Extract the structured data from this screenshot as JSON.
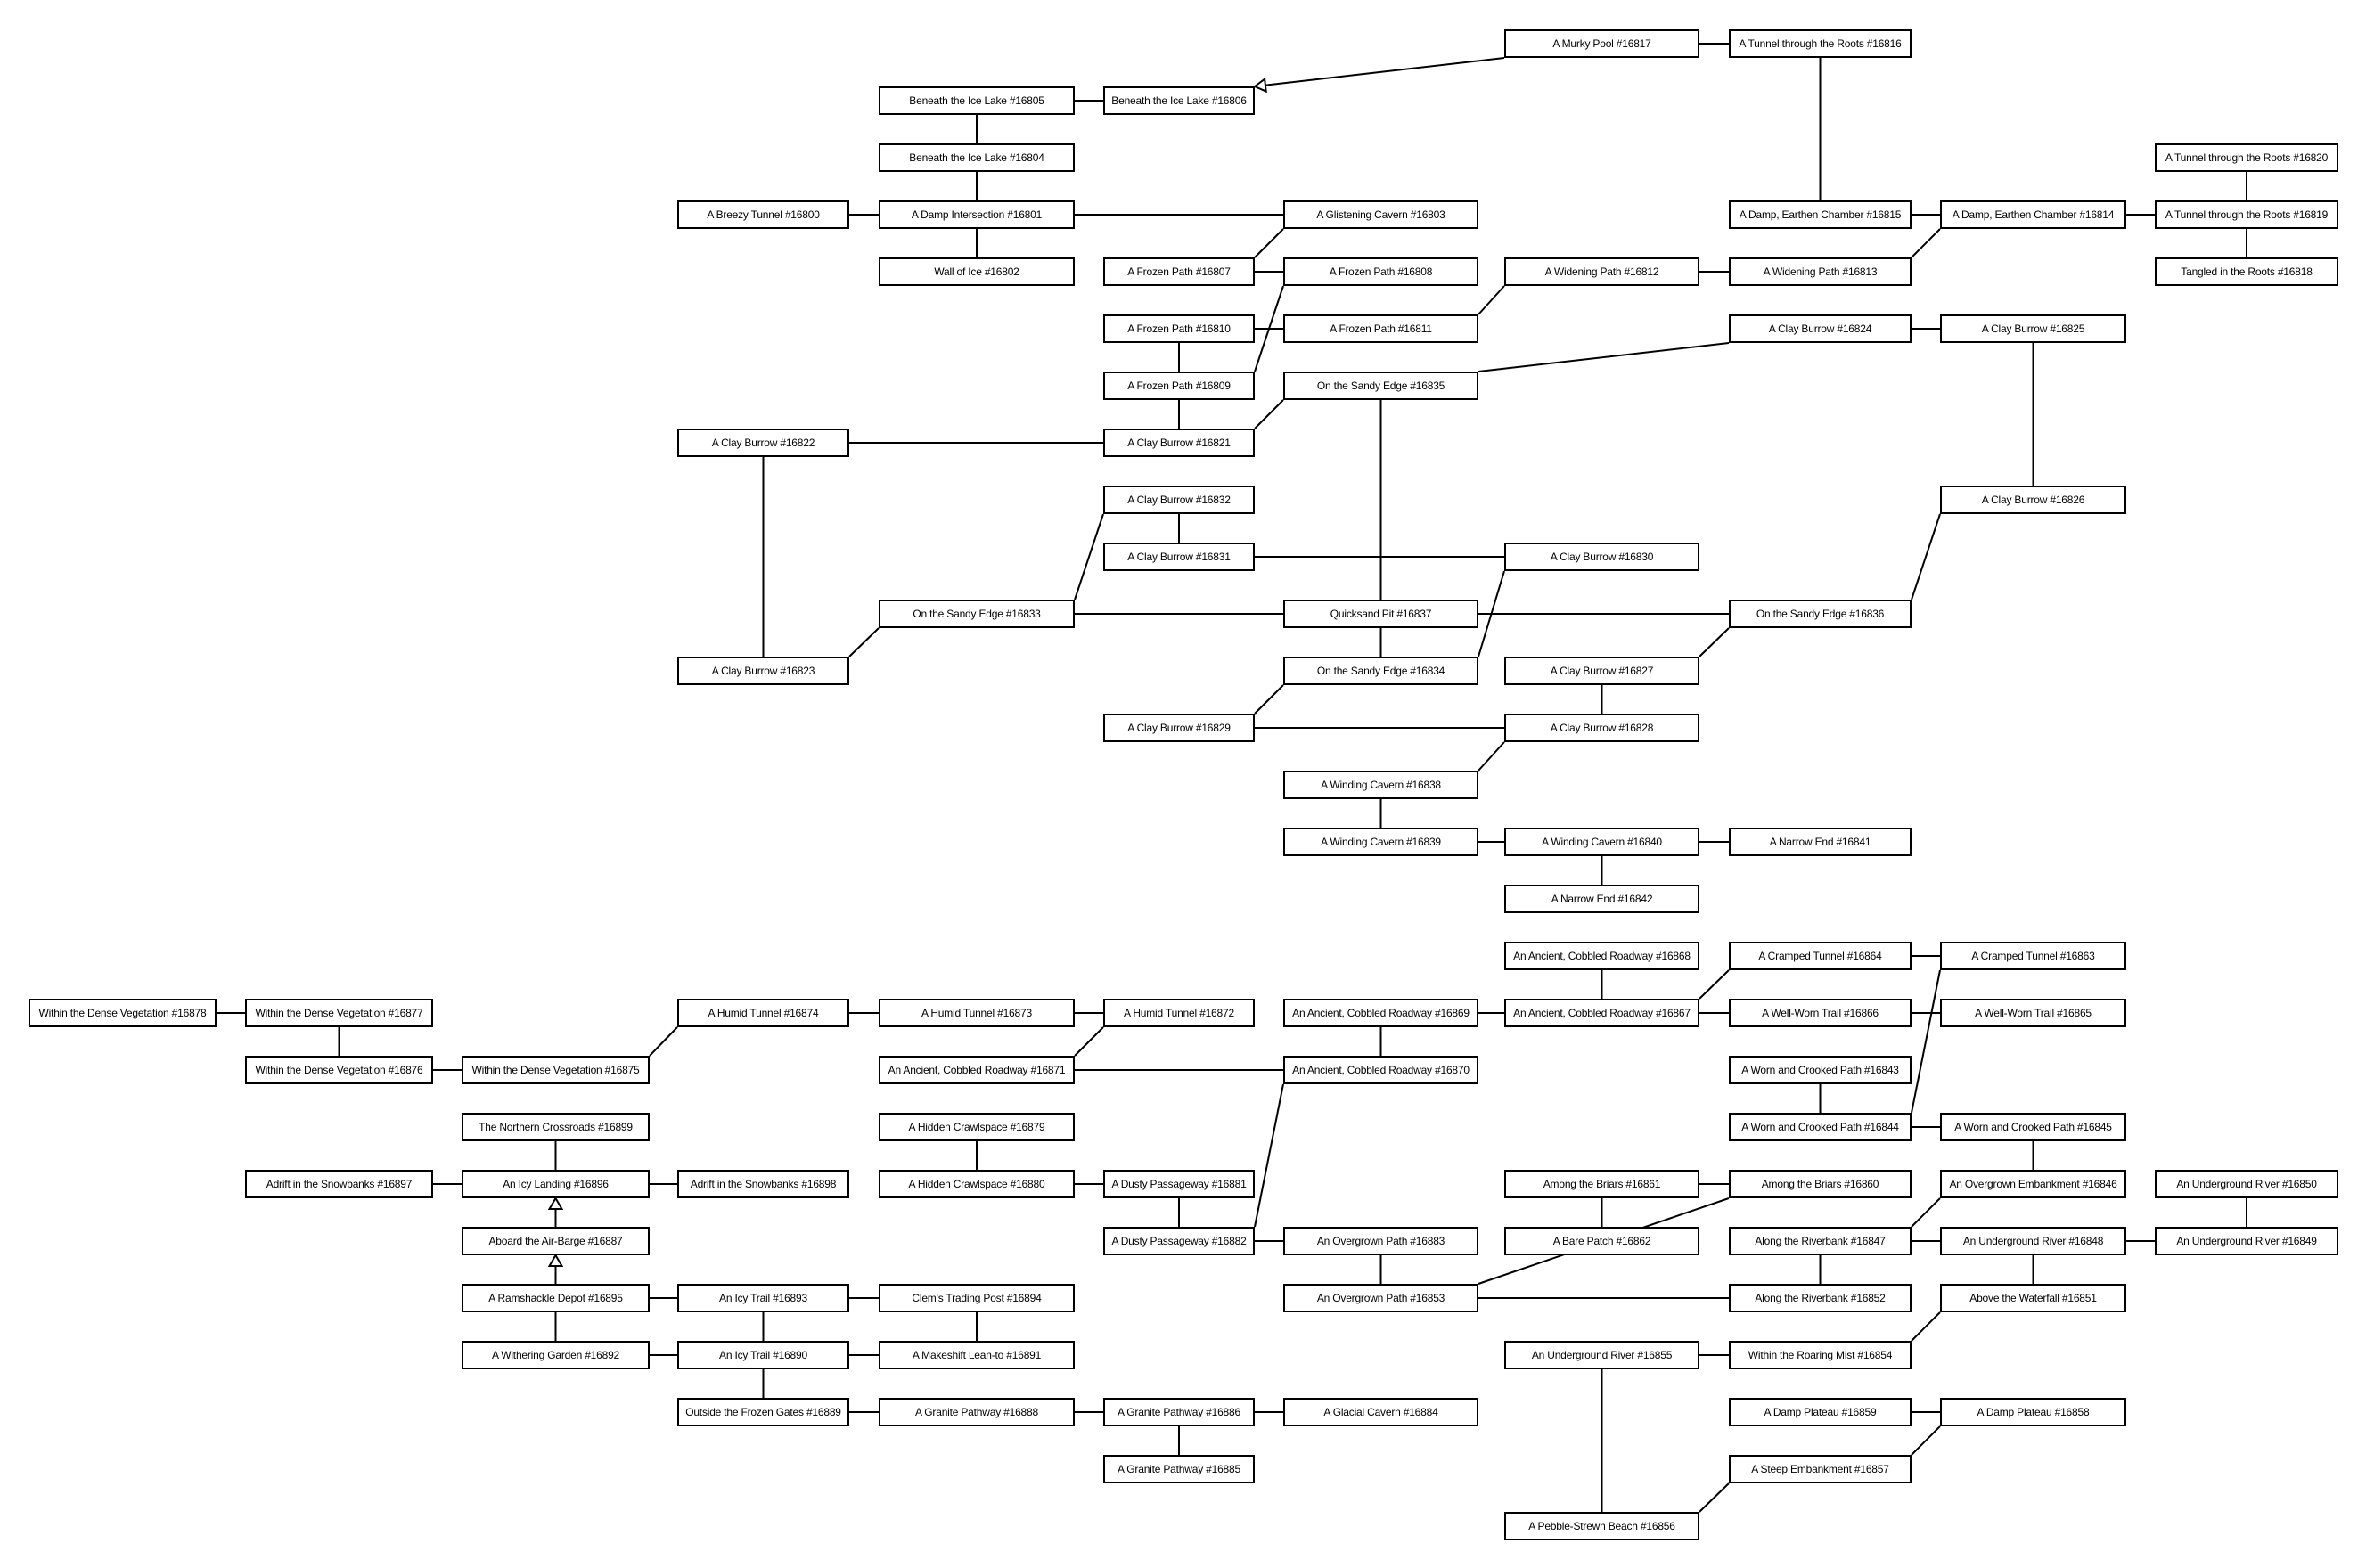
{
  "colors": {
    "line": "#000000",
    "box_fill": "#ffffff",
    "box_border": "#000000"
  },
  "nodes": [
    {
      "id": "16817",
      "label": "A Murky Pool #16817"
    },
    {
      "id": "16816",
      "label": "A Tunnel through the Roots #16816"
    },
    {
      "id": "16805",
      "label": "Beneath the Ice Lake #16805"
    },
    {
      "id": "16806",
      "label": "Beneath the Ice Lake #16806"
    },
    {
      "id": "16804",
      "label": "Beneath the Ice Lake #16804"
    },
    {
      "id": "16820",
      "label": "A Tunnel through the Roots #16820"
    },
    {
      "id": "16800",
      "label": "A Breezy Tunnel #16800"
    },
    {
      "id": "16801",
      "label": "A Damp Intersection #16801"
    },
    {
      "id": "16803",
      "label": "A Glistening Cavern #16803"
    },
    {
      "id": "16815",
      "label": "A Damp, Earthen Chamber #16815"
    },
    {
      "id": "16814",
      "label": "A Damp, Earthen Chamber #16814"
    },
    {
      "id": "16819",
      "label": "A Tunnel through the Roots #16819"
    },
    {
      "id": "16802",
      "label": "Wall of Ice #16802"
    },
    {
      "id": "16807",
      "label": "A Frozen Path #16807"
    },
    {
      "id": "16808",
      "label": "A Frozen Path #16808"
    },
    {
      "id": "16812",
      "label": "A Widening Path #16812"
    },
    {
      "id": "16813",
      "label": "A Widening Path #16813"
    },
    {
      "id": "16818",
      "label": "Tangled in the Roots #16818"
    },
    {
      "id": "16810",
      "label": "A Frozen Path #16810"
    },
    {
      "id": "16811",
      "label": "A Frozen Path #16811"
    },
    {
      "id": "16824",
      "label": "A Clay Burrow #16824"
    },
    {
      "id": "16825",
      "label": "A Clay Burrow #16825"
    },
    {
      "id": "16809",
      "label": "A Frozen Path #16809"
    },
    {
      "id": "16835",
      "label": "On the Sandy Edge #16835"
    },
    {
      "id": "16822",
      "label": "A Clay Burrow #16822"
    },
    {
      "id": "16821",
      "label": "A Clay Burrow #16821"
    },
    {
      "id": "16832",
      "label": "A Clay Burrow #16832"
    },
    {
      "id": "16826",
      "label": "A Clay Burrow #16826"
    },
    {
      "id": "16831",
      "label": "A Clay Burrow #16831"
    },
    {
      "id": "16830",
      "label": "A Clay Burrow #16830"
    },
    {
      "id": "16833",
      "label": "On the Sandy Edge #16833"
    },
    {
      "id": "16837",
      "label": "Quicksand Pit #16837"
    },
    {
      "id": "16836",
      "label": "On the Sandy Edge #16836"
    },
    {
      "id": "16823",
      "label": "A Clay Burrow #16823"
    },
    {
      "id": "16834",
      "label": "On the Sandy Edge #16834"
    },
    {
      "id": "16827",
      "label": "A Clay Burrow #16827"
    },
    {
      "id": "16829",
      "label": "A Clay Burrow #16829"
    },
    {
      "id": "16828",
      "label": "A Clay Burrow #16828"
    },
    {
      "id": "16838",
      "label": "A Winding Cavern #16838"
    },
    {
      "id": "16839",
      "label": "A Winding Cavern #16839"
    },
    {
      "id": "16840",
      "label": "A Winding Cavern #16840"
    },
    {
      "id": "16841",
      "label": "A Narrow End #16841"
    },
    {
      "id": "16842",
      "label": "A Narrow End #16842"
    },
    {
      "id": "16868",
      "label": "An Ancient, Cobbled Roadway #16868"
    },
    {
      "id": "16864",
      "label": "A Cramped Tunnel #16864"
    },
    {
      "id": "16863",
      "label": "A Cramped Tunnel #16863"
    },
    {
      "id": "16878",
      "label": "Within the Dense Vegetation #16878"
    },
    {
      "id": "16877",
      "label": "Within the Dense Vegetation #16877"
    },
    {
      "id": "16874",
      "label": "A Humid Tunnel #16874"
    },
    {
      "id": "16873",
      "label": "A Humid Tunnel #16873"
    },
    {
      "id": "16872",
      "label": "A Humid Tunnel #16872"
    },
    {
      "id": "16869",
      "label": "An Ancient, Cobbled Roadway #16869"
    },
    {
      "id": "16867",
      "label": "An Ancient, Cobbled Roadway #16867"
    },
    {
      "id": "16866",
      "label": "A Well-Worn Trail #16866"
    },
    {
      "id": "16865",
      "label": "A Well-Worn Trail #16865"
    },
    {
      "id": "16876",
      "label": "Within the Dense Vegetation #16876"
    },
    {
      "id": "16875",
      "label": "Within the Dense Vegetation #16875"
    },
    {
      "id": "16871",
      "label": "An Ancient, Cobbled Roadway #16871"
    },
    {
      "id": "16870",
      "label": "An Ancient, Cobbled Roadway #16870"
    },
    {
      "id": "16843",
      "label": "A Worn and Crooked Path #16843"
    },
    {
      "id": "16899",
      "label": "The Northern Crossroads #16899"
    },
    {
      "id": "16879",
      "label": "A Hidden Crawlspace #16879"
    },
    {
      "id": "16844",
      "label": "A Worn and Crooked Path #16844"
    },
    {
      "id": "16845",
      "label": "A Worn and Crooked Path #16845"
    },
    {
      "id": "16897",
      "label": "Adrift in the Snowbanks #16897"
    },
    {
      "id": "16896",
      "label": "An Icy Landing #16896"
    },
    {
      "id": "16898",
      "label": "Adrift in the Snowbanks #16898"
    },
    {
      "id": "16880",
      "label": "A Hidden Crawlspace #16880"
    },
    {
      "id": "16881",
      "label": "A Dusty Passageway #16881"
    },
    {
      "id": "16861",
      "label": "Among the Briars #16861"
    },
    {
      "id": "16860",
      "label": "Among the Briars #16860"
    },
    {
      "id": "16846",
      "label": "An Overgrown Embankment #16846"
    },
    {
      "id": "16850",
      "label": "An Underground River #16850"
    },
    {
      "id": "16887",
      "label": "Aboard the Air-Barge #16887"
    },
    {
      "id": "16882",
      "label": "A Dusty Passageway #16882"
    },
    {
      "id": "16883",
      "label": "An Overgrown Path #16883"
    },
    {
      "id": "16862",
      "label": "A Bare Patch #16862"
    },
    {
      "id": "16847",
      "label": "Along the Riverbank #16847"
    },
    {
      "id": "16848",
      "label": "An Underground River #16848"
    },
    {
      "id": "16849",
      "label": "An Underground River #16849"
    },
    {
      "id": "16895",
      "label": "A Ramshackle Depot #16895"
    },
    {
      "id": "16893",
      "label": "An Icy Trail #16893"
    },
    {
      "id": "16894",
      "label": "Clem's Trading Post #16894"
    },
    {
      "id": "16853",
      "label": "An Overgrown Path #16853"
    },
    {
      "id": "16852",
      "label": "Along the Riverbank #16852"
    },
    {
      "id": "16851",
      "label": "Above the Waterfall #16851"
    },
    {
      "id": "16892",
      "label": "A Withering Garden #16892"
    },
    {
      "id": "16890",
      "label": "An Icy Trail #16890"
    },
    {
      "id": "16891",
      "label": "A Makeshift Lean-to #16891"
    },
    {
      "id": "16855",
      "label": "An Underground River #16855"
    },
    {
      "id": "16854",
      "label": "Within the Roaring Mist #16854"
    },
    {
      "id": "16889",
      "label": "Outside the Frozen Gates #16889"
    },
    {
      "id": "16888",
      "label": "A Granite Pathway #16888"
    },
    {
      "id": "16886",
      "label": "A Granite Pathway #16886"
    },
    {
      "id": "16884",
      "label": "A Glacial Cavern #16884"
    },
    {
      "id": "16859",
      "label": "A Damp Plateau #16859"
    },
    {
      "id": "16858",
      "label": "A Damp Plateau #16858"
    },
    {
      "id": "16885",
      "label": "A Granite Pathway #16885"
    },
    {
      "id": "16857",
      "label": "A Steep Embankment #16857"
    },
    {
      "id": "16856",
      "label": "A Pebble-Strewn Beach #16856"
    }
  ],
  "edges": [
    {
      "from": "16817",
      "to": "16806",
      "arrow": true
    },
    [
      "16817",
      "16816"
    ],
    [
      "16816",
      "16815"
    ],
    [
      "16805",
      "16806"
    ],
    [
      "16805",
      "16804"
    ],
    [
      "16804",
      "16801"
    ],
    [
      "16800",
      "16801"
    ],
    [
      "16801",
      "16803"
    ],
    [
      "16801",
      "16802"
    ],
    [
      "16803",
      "16807"
    ],
    [
      "16807",
      "16808"
    ],
    [
      "16808",
      "16809"
    ],
    [
      "16810",
      "16811"
    ],
    [
      "16810",
      "16809"
    ],
    [
      "16811",
      "16812"
    ],
    [
      "16812",
      "16813"
    ],
    [
      "16813",
      "16814"
    ],
    [
      "16815",
      "16814"
    ],
    [
      "16814",
      "16819"
    ],
    [
      "16820",
      "16819"
    ],
    [
      "16819",
      "16818"
    ],
    [
      "16835",
      "16824"
    ],
    [
      "16824",
      "16825"
    ],
    [
      "16825",
      "16826"
    ],
    [
      "16809",
      "16821"
    ],
    [
      "16821",
      "16835"
    ],
    [
      "16822",
      "16821"
    ],
    [
      "16822",
      "16823"
    ],
    [
      "16823",
      "16833"
    ],
    [
      "16833",
      "16832"
    ],
    [
      "16832",
      "16831"
    ],
    [
      "16831",
      "16830"
    ],
    [
      "16830",
      "16834"
    ],
    [
      "16835",
      "16837"
    ],
    [
      "16833",
      "16837"
    ],
    [
      "16837",
      "16836"
    ],
    [
      "16837",
      "16834"
    ],
    [
      "16836",
      "16826"
    ],
    [
      "16836",
      "16827"
    ],
    [
      "16834",
      "16829"
    ],
    [
      "16827",
      "16828"
    ],
    [
      "16829",
      "16828"
    ],
    [
      "16828",
      "16838"
    ],
    [
      "16838",
      "16839"
    ],
    [
      "16839",
      "16840"
    ],
    [
      "16840",
      "16841"
    ],
    [
      "16840",
      "16842"
    ],
    [
      "16878",
      "16877"
    ],
    [
      "16877",
      "16876"
    ],
    [
      "16876",
      "16875"
    ],
    [
      "16875",
      "16874"
    ],
    [
      "16874",
      "16873"
    ],
    [
      "16873",
      "16872"
    ],
    [
      "16872",
      "16871"
    ],
    [
      "16871",
      "16870"
    ],
    [
      "16869",
      "16870"
    ],
    [
      "16869",
      "16867"
    ],
    [
      "16868",
      "16867"
    ],
    [
      "16867",
      "16864"
    ],
    [
      "16864",
      "16863"
    ],
    [
      "16867",
      "16866"
    ],
    [
      "16866",
      "16865"
    ],
    [
      "16863",
      "16844"
    ],
    [
      "16843",
      "16844"
    ],
    [
      "16844",
      "16845"
    ],
    [
      "16845",
      "16846"
    ],
    [
      "16846",
      "16847"
    ],
    [
      "16870",
      "16882"
    ],
    [
      "16879",
      "16880"
    ],
    [
      "16880",
      "16881"
    ],
    [
      "16881",
      "16882"
    ],
    [
      "16882",
      "16883"
    ],
    [
      "16883",
      "16853"
    ],
    [
      "16853",
      "16860"
    ],
    [
      "16853",
      "16852"
    ],
    [
      "16861",
      "16860"
    ],
    [
      "16861",
      "16862"
    ],
    [
      "16847",
      "16848"
    ],
    [
      "16847",
      "16852"
    ],
    [
      "16848",
      "16849"
    ],
    [
      "16850",
      "16849"
    ],
    [
      "16848",
      "16851"
    ],
    [
      "16851",
      "16854"
    ],
    [
      "16855",
      "16854"
    ],
    [
      "16855",
      "16856"
    ],
    [
      "16856",
      "16857"
    ],
    [
      "16857",
      "16858"
    ],
    [
      "16859",
      "16858"
    ],
    [
      "16899",
      "16896"
    ],
    [
      "16897",
      "16896"
    ],
    [
      "16896",
      "16898"
    ],
    {
      "from": "16887",
      "to": "16896",
      "arrow": true
    },
    {
      "from": "16895",
      "to": "16887",
      "arrow": true
    },
    [
      "16895",
      "16893"
    ],
    [
      "16895",
      "16892"
    ],
    [
      "16893",
      "16894"
    ],
    [
      "16893",
      "16890"
    ],
    [
      "16892",
      "16890"
    ],
    [
      "16890",
      "16891"
    ],
    [
      "16894",
      "16891"
    ],
    [
      "16890",
      "16889"
    ],
    [
      "16889",
      "16888"
    ],
    [
      "16888",
      "16886"
    ],
    [
      "16886",
      "16884"
    ],
    [
      "16886",
      "16885"
    ]
  ]
}
